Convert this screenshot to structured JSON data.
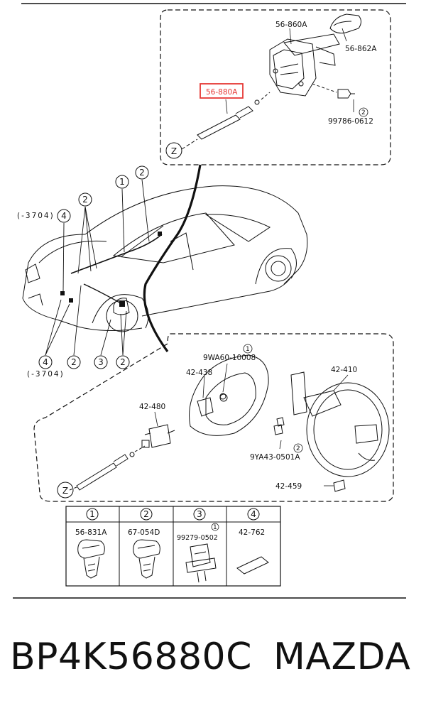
{
  "diagram": {
    "top_box": {
      "parts": {
        "p_56860A": "56-860A",
        "p_56862A": "56-862A",
        "p_56880A": "56-880A",
        "p_99786": "99786-0612",
        "p_99786_qty": "2"
      },
      "view_marker": "Z"
    },
    "car": {
      "callouts": {
        "c1": "1",
        "c2a": "2",
        "c2b": "2",
        "c2c": "2",
        "c2d": "2",
        "c3": "3",
        "c4a": "4",
        "c4b": "4"
      },
      "note_top": "(-3704)",
      "note_bottom": "(-3704)"
    },
    "bottom_box": {
      "parts": {
        "p_9WA60": "9WA60-10008",
        "p_9WA60_qty": "1",
        "p_42438": "42-438",
        "p_42410": "42-410",
        "p_42480": "42-480",
        "p_9YA43": "9YA43-0501A",
        "p_9YA43_qty": "2",
        "p_42459": "42-459"
      },
      "view_marker": "Z"
    },
    "legend": {
      "cells": [
        {
          "num": "1",
          "part": "56-831A"
        },
        {
          "num": "2",
          "part": "67-054D"
        },
        {
          "num": "3",
          "part": "99279-0502",
          "qty": "1"
        },
        {
          "num": "4",
          "part": "42-762"
        }
      ]
    },
    "highlight_color": "#e53935"
  },
  "caption": {
    "part_number": "BP4K56880C",
    "brand": "MAZDA"
  }
}
